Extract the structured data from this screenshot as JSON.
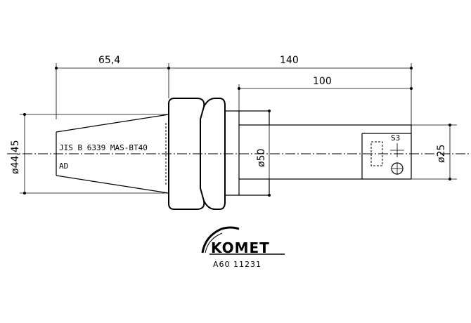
{
  "dimensions": {
    "length_taper": "65,4",
    "length_total": "140",
    "length_shank": "100",
    "dia_taper": "ø44,45",
    "dia_collar": "ø50",
    "dia_shank": "ø25"
  },
  "markings": {
    "taper_spec": "JIS B 6339 MAS-BT40",
    "taper_grade": "AD",
    "detail_label": "S3"
  },
  "logo": {
    "brand": "KOMET",
    "part_number": "A60 11231"
  }
}
